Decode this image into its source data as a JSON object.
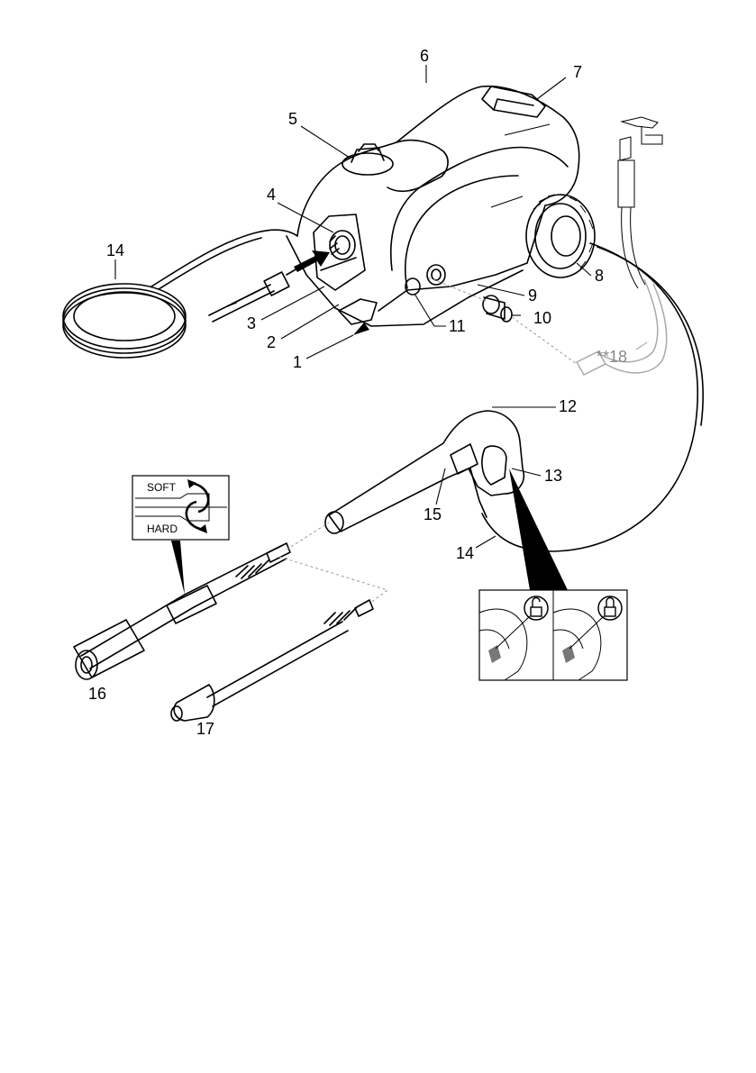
{
  "callouts": {
    "c1": "1",
    "c2": "2",
    "c3": "3",
    "c4": "4",
    "c5": "5",
    "c6": "6",
    "c7": "7",
    "c8": "8",
    "c9": "9",
    "c10": "10",
    "c11": "11",
    "c12": "12",
    "c13": "13",
    "c14_hose": "14",
    "c14_gun": "14",
    "c15": "15",
    "c16": "16",
    "c17": "17",
    "c18": "**18"
  },
  "inset_spray": {
    "soft": "SOFT",
    "hard": "HARD"
  },
  "icons": {
    "unlock": "unlocked-padlock-icon",
    "lock": "locked-padlock-icon",
    "rotate": "rotate-arrows-icon",
    "insert": "insert-arrow-icon"
  },
  "colors": {
    "line": "#000000",
    "accessory": "#8a8a8a"
  }
}
